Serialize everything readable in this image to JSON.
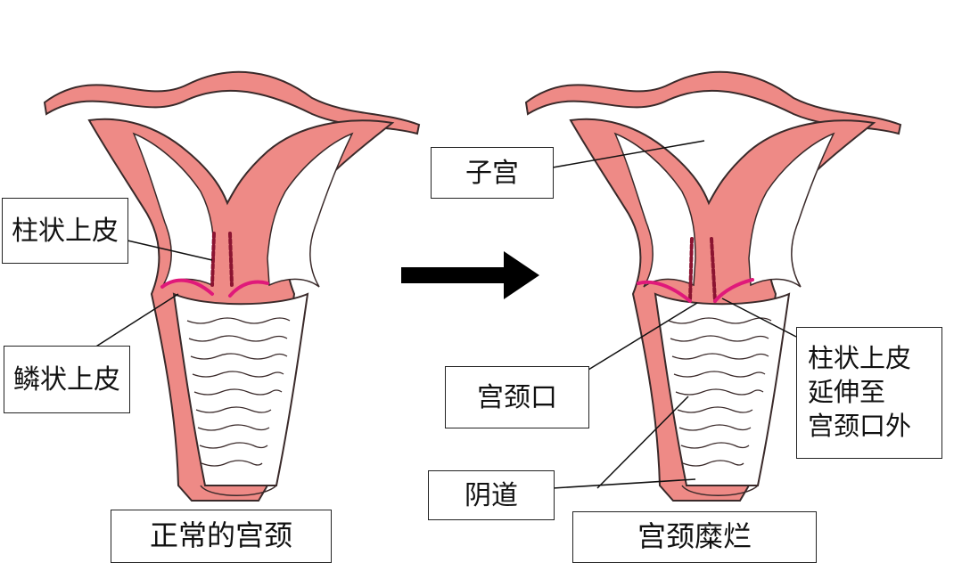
{
  "left": {
    "caption": "正常的宫颈",
    "labels": {
      "columnar": "柱状上皮",
      "squamous": "鳞状上皮"
    }
  },
  "right": {
    "caption": "宫颈糜烂",
    "labels": {
      "uterus": "子宫",
      "os": "宫颈口",
      "vagina": "阴道",
      "extension": [
        "柱状上皮",
        "延伸至",
        "宫颈口外"
      ]
    }
  },
  "colors": {
    "tissue": "#ee8a86",
    "tissue_light": "#f6b3ae",
    "outline": "#3a2a2a",
    "squamous_line": "#e0197a",
    "columnar_dark": "#8b1431",
    "arrow": "#000000"
  }
}
